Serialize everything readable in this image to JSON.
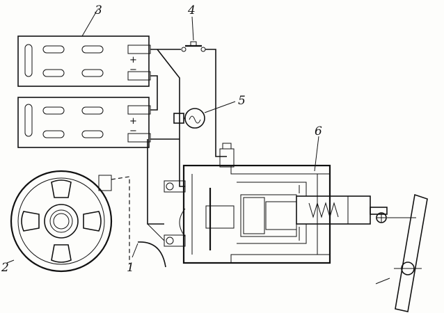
{
  "labels": {
    "battery_upper": "3",
    "switch": "4",
    "lamp": "5",
    "starter": "6",
    "magneto": "2",
    "ground": "1"
  },
  "polarity": {
    "upper_plus": "+",
    "upper_minus": "−",
    "lower_plus": "+",
    "lower_minus": "−"
  }
}
